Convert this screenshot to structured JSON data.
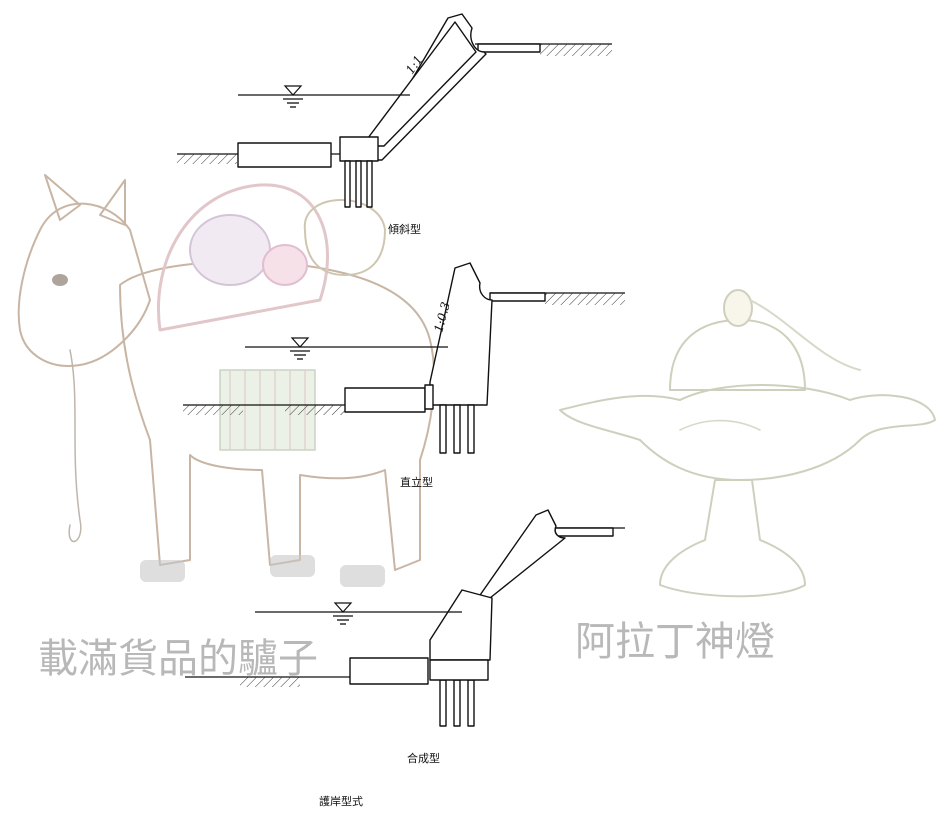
{
  "watermarks": {
    "left_caption": "載滿貨品的驢子",
    "right_caption": "阿拉丁神燈"
  },
  "diagrams": [
    {
      "type_label": "傾斜型",
      "slope_label": "1:1"
    },
    {
      "type_label": "直立型",
      "slope_label": "1:0.3"
    },
    {
      "type_label": "合成型",
      "slope_label": ""
    }
  ],
  "caption": "護岸型式",
  "colors": {
    "ink": "#111111",
    "watermark": "#b8b8b8"
  }
}
